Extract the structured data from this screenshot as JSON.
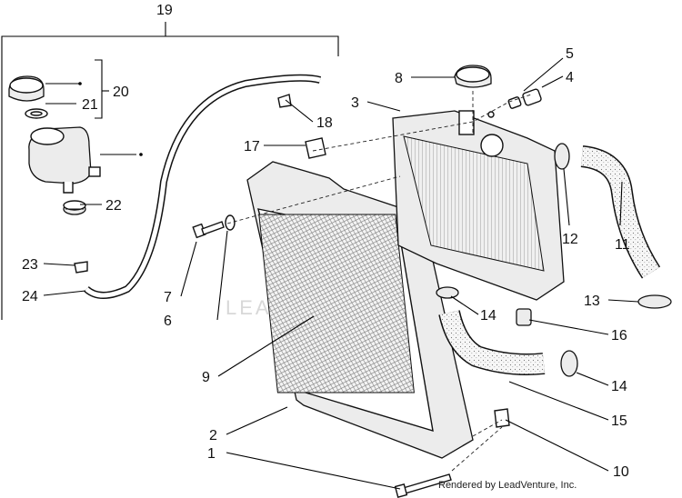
{
  "callouts": {
    "c1": "1",
    "c2": "2",
    "c3": "3",
    "c4": "4",
    "c5": "5",
    "c6": "6",
    "c7": "7",
    "c8": "8",
    "c9": "9",
    "c10": "10",
    "c11": "11",
    "c12": "12",
    "c13": "13",
    "c14a": "14",
    "c14b": "14",
    "c15": "15",
    "c16": "16",
    "c17": "17",
    "c18": "18",
    "c19": "19",
    "c20": "20",
    "c21": "21",
    "c22": "22",
    "c23": "23",
    "c24": "24"
  },
  "watermark": "LEADVENTURE",
  "credit": "Rendered by LeadVenture, Inc."
}
